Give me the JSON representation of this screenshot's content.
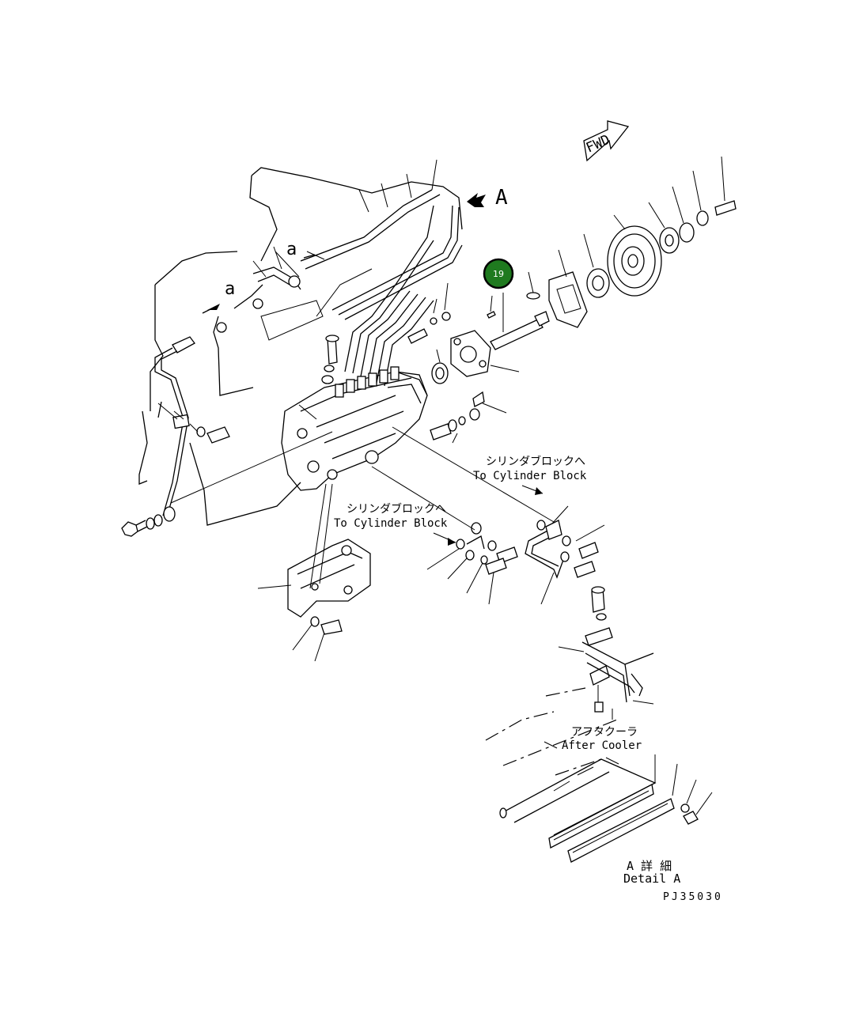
{
  "labels": {
    "fwd": "FWD",
    "view_a": "A",
    "lower_a_1": "a",
    "lower_a_2": "a",
    "cyl_block_jp_1": "シリンダブロックへ",
    "cyl_block_en_1": "To Cylinder Block",
    "cyl_block_jp_2": "シリンダブロックへ",
    "cyl_block_en_2": "To Cylinder Block",
    "after_cooler_jp": "アフタクーラ",
    "after_cooler_en": "After Cooler",
    "detail_jp": "A 詳 細",
    "detail_en": "Detail A",
    "drawing_no": "PJ35030"
  },
  "callout": {
    "number": "19",
    "color": "#1f7a1f",
    "ring_color": "#000000"
  }
}
